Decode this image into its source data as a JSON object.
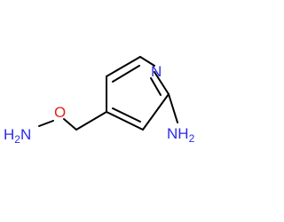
{
  "molecule": {
    "atoms": {
      "ring_n": {
        "symbol": "N",
        "color": "#2a2aea"
      },
      "amine_n": {
        "symbol": "NH",
        "subscript": "2",
        "color": "#2a2aea"
      },
      "ether_o": {
        "symbol": "O",
        "color": "#e2241d"
      },
      "hydroxylamine_n": {
        "symbol": "H",
        "subscript": "2",
        "tail": "N",
        "color": "#2a2aea"
      }
    },
    "bond_color": "#000000"
  }
}
